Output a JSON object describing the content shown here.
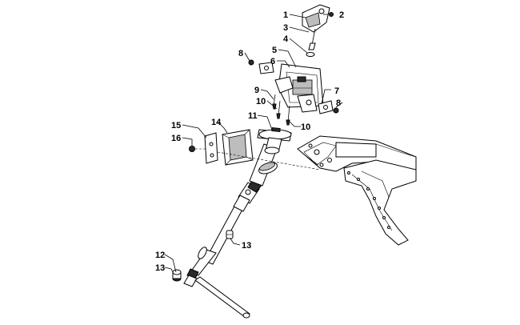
{
  "callouts": [
    {
      "id": "c1",
      "text": "1"
    },
    {
      "id": "c2",
      "text": "2"
    },
    {
      "id": "c3",
      "text": "3"
    },
    {
      "id": "c4",
      "text": "4"
    },
    {
      "id": "c5",
      "text": "5"
    },
    {
      "id": "c6",
      "text": "6"
    },
    {
      "id": "c7",
      "text": "7"
    },
    {
      "id": "c8a",
      "text": "8"
    },
    {
      "id": "c8b",
      "text": "8"
    },
    {
      "id": "c9",
      "text": "9"
    },
    {
      "id": "c10a",
      "text": "10"
    },
    {
      "id": "c10b",
      "text": "10"
    },
    {
      "id": "c11",
      "text": "11"
    },
    {
      "id": "c12",
      "text": "12"
    },
    {
      "id": "c13a",
      "text": "13"
    },
    {
      "id": "c13b",
      "text": "13"
    },
    {
      "id": "c14",
      "text": "14"
    },
    {
      "id": "c15",
      "text": "15"
    },
    {
      "id": "c16",
      "text": "16"
    }
  ]
}
